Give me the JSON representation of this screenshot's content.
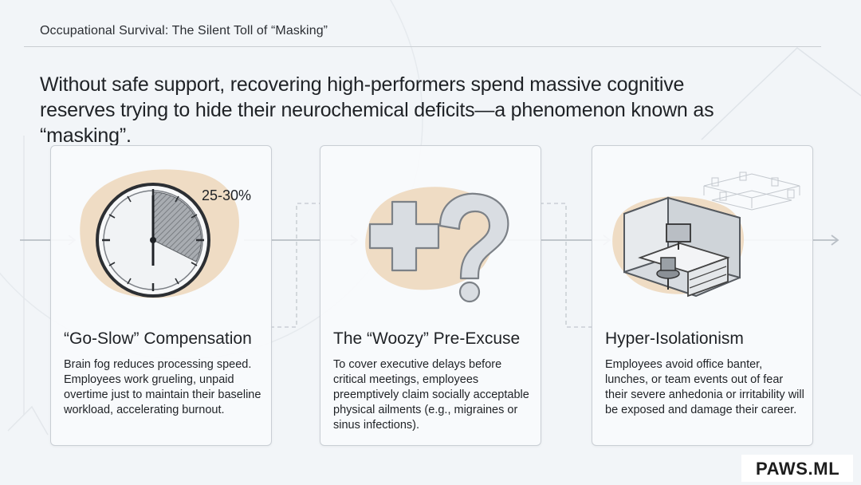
{
  "header": {
    "title": "Occupational Survival: The Silent Toll of “Masking”"
  },
  "headline": "Without safe support, recovering high-performers spend massive cognitive reserves trying to hide their neurochemical deficits—a phenomenon known as “masking”.",
  "cards": [
    {
      "title": "“Go-Slow” Compensation",
      "body": "Brain fog reduces processing speed. Employees work grueling, unpaid overtime just to maintain their baseline workload, accelerating burnout.",
      "illustration": "clock-icon",
      "stat": "25-30%"
    },
    {
      "title": "The “Woozy” Pre-Excuse",
      "body": "To cover executive delays before critical meetings, employees preemptively claim socially acceptable physical ailments (e.g., migraines or sinus infections).",
      "illustration": "medical-cross-question-icon"
    },
    {
      "title": "Hyper-Isolationism",
      "body": "Employees avoid office banter, lunches, or team events out of fear their severe anhedonia or irritability will be exposed and damage their career.",
      "illustration": "cubicle-desk-icon"
    }
  ],
  "logo": {
    "text": "PAWS.ML",
    "accent_color": "#1d1d1d"
  },
  "colors": {
    "blob": "#efdcc4",
    "line": "#b9bfc6",
    "text": "#1f2226",
    "background": "#f2f5f8"
  }
}
